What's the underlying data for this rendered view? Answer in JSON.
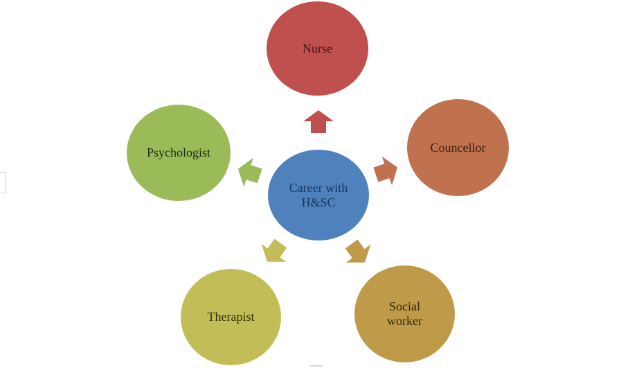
{
  "diagram": {
    "type": "radial-diverging",
    "center": {
      "label": "Career with H&SC",
      "fill": "#4F81BD",
      "text_color": "#17375E"
    },
    "nodes": [
      {
        "label": "Nurse",
        "position": "top",
        "fill": "#C0504D",
        "text_color": "#401614"
      },
      {
        "label": "Councellor",
        "position": "right",
        "fill": "#C0714E",
        "text_color": "#3A2012"
      },
      {
        "label": "Social worker",
        "position": "bottom-right",
        "fill": "#BF9B49",
        "text_color": "#33260F"
      },
      {
        "label": "Therapist",
        "position": "bottom-left",
        "fill": "#C2BD56",
        "text_color": "#2E2C10"
      },
      {
        "label": "Psychologist",
        "position": "left",
        "fill": "#9BBB59",
        "text_color": "#1E2A10"
      }
    ]
  }
}
